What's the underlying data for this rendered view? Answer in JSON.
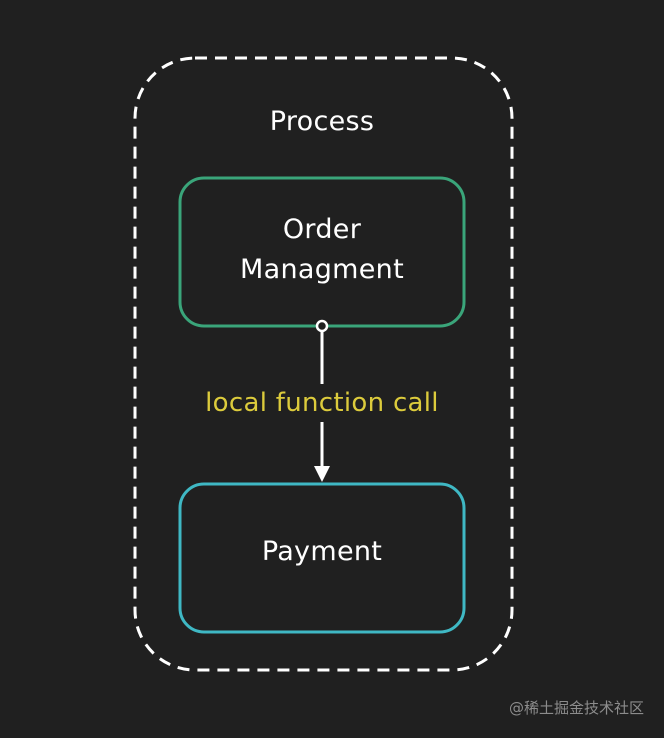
{
  "process": {
    "title": "Process"
  },
  "nodes": {
    "order": {
      "line1": "Order",
      "line2": "Managment",
      "border_color": "#3aa57a"
    },
    "payment": {
      "label": "Payment",
      "border_color": "#3fb8c4"
    }
  },
  "edge": {
    "label": "local function call",
    "label_color": "#dccb3c"
  },
  "colors": {
    "background": "#202020",
    "dashed_border": "#ffffff",
    "arrow": "#ffffff"
  },
  "watermark": "@稀土掘金技术社区"
}
